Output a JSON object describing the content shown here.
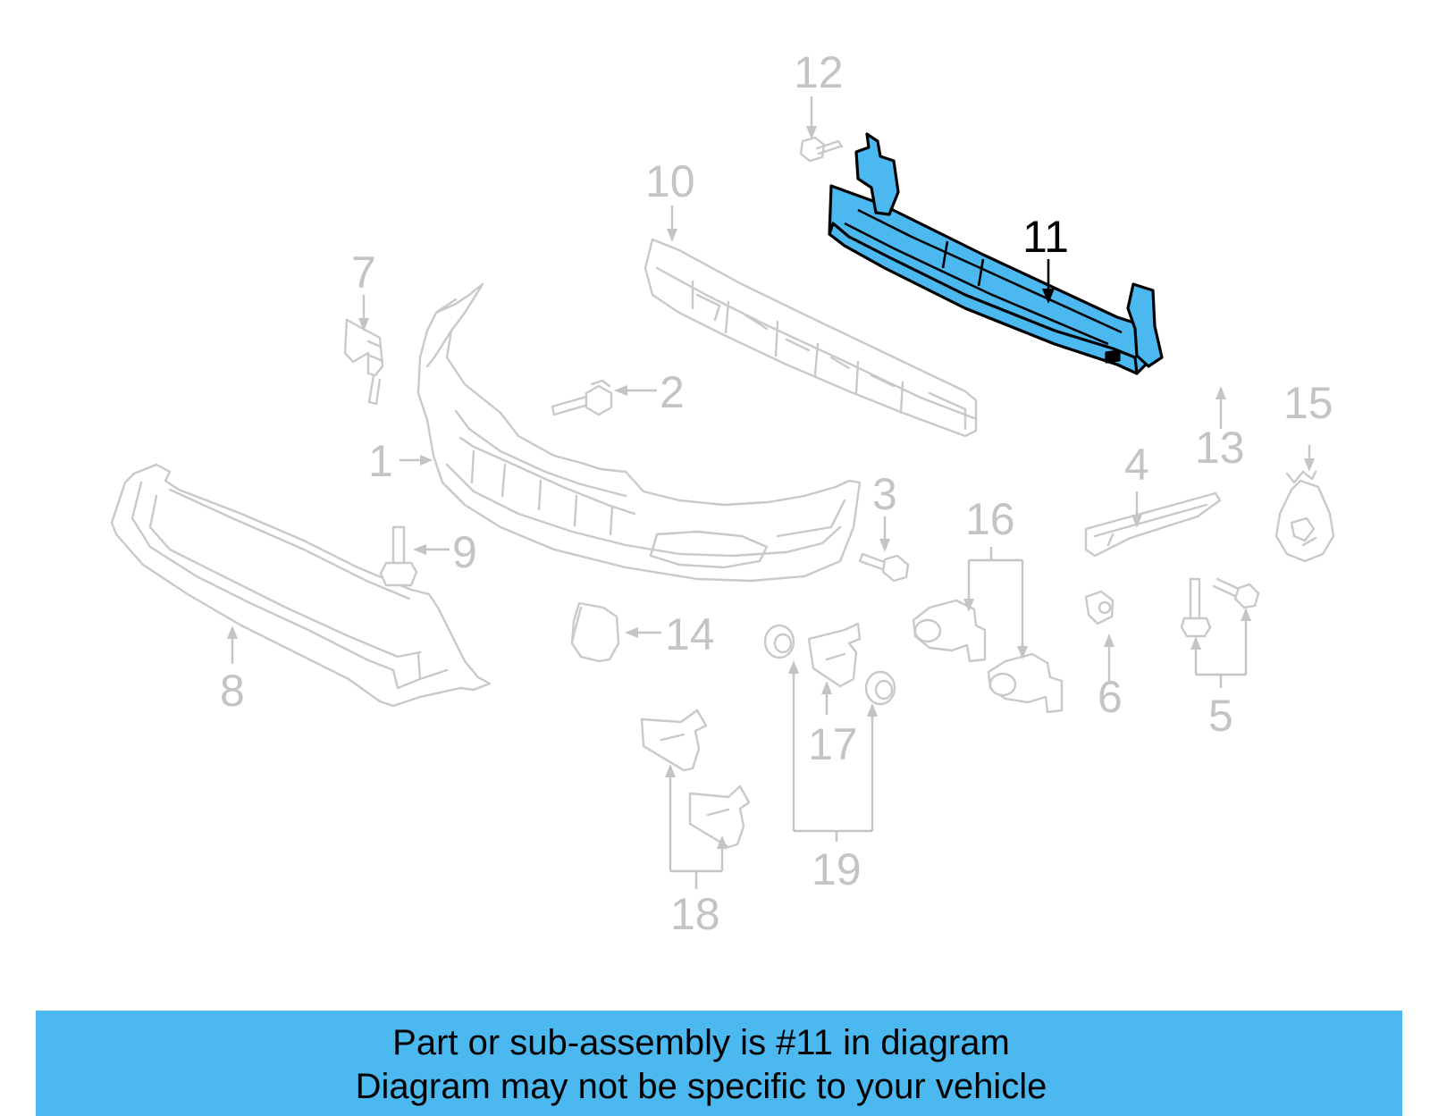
{
  "diagram": {
    "highlight_color": "#4bb8f0",
    "highlighted_part": "11",
    "callouts": {
      "c1": "1",
      "c2": "2",
      "c3": "3",
      "c4": "4",
      "c5": "5",
      "c6": "6",
      "c7": "7",
      "c8": "8",
      "c9": "9",
      "c10": "10",
      "c11": "11",
      "c12": "12",
      "c13": "13",
      "c14": "14",
      "c15": "15",
      "c16": "16",
      "c17": "17",
      "c18": "18",
      "c19": "19"
    }
  },
  "caption": {
    "background": "#4bb8f0",
    "line1": "Part or sub-assembly is #11 in diagram",
    "line2": "Diagram may not be specific to your vehicle"
  }
}
